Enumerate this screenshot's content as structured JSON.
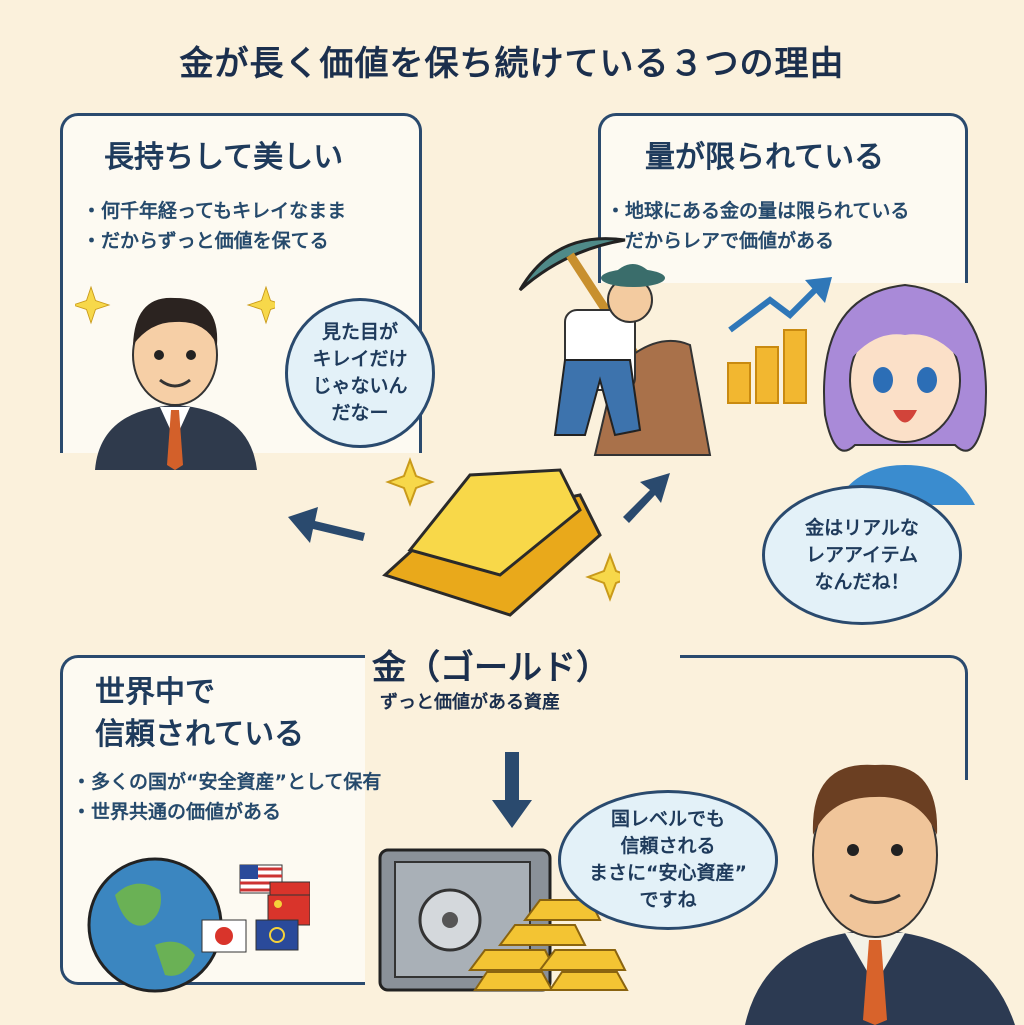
{
  "title": "金が長く価値を保ち続けている３つの理由",
  "panels": {
    "durable": {
      "heading": "長持ちして美しい",
      "points": [
        "・何千年経ってもキレイなまま",
        "・だからずっと価値を保てる"
      ],
      "bubble": [
        "見た目が",
        "キレイだけ",
        "じゃないん",
        "だなー"
      ]
    },
    "limited": {
      "heading": "量が限られている",
      "points": [
        "・地球にある金の量は限られている",
        "・だからレアで価値がある"
      ],
      "bubble": [
        "金はリアルな",
        "レアアイテム",
        "なんだね！"
      ]
    },
    "trusted": {
      "heading": [
        "世界中で",
        "信頼されている"
      ],
      "points": [
        "・多くの国が“安全資産”として保有",
        "・世界共通の価値がある"
      ],
      "bubble": [
        "国レベルでも",
        "信頼される",
        "まさに“安心資産”",
        "ですね"
      ]
    }
  },
  "center": {
    "label": "金（ゴールド）",
    "sublabel": "ずっと価値がある資産"
  },
  "colors": {
    "navy": "#1f3b5c",
    "gold": "#f2c230",
    "background": "#fbf1dc"
  }
}
